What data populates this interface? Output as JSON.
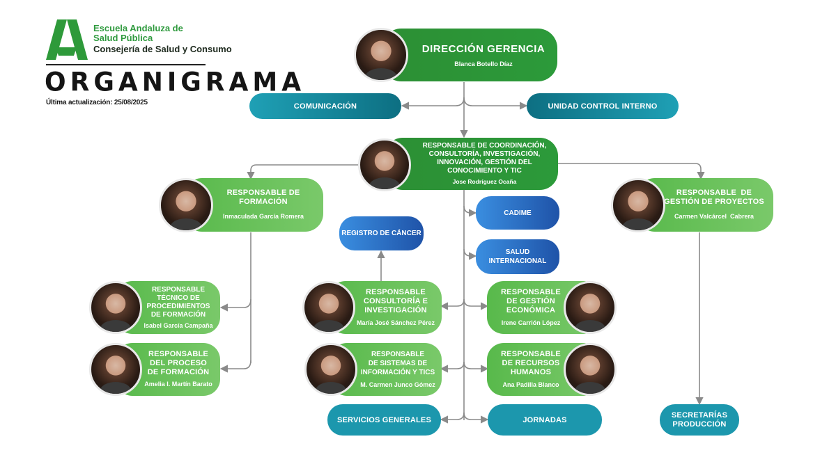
{
  "header": {
    "institution_line1": "Escuela Andaluza de",
    "institution_line2": "Salud Pública",
    "institution_sub": "Consejería de Salud y Consumo",
    "title": "ORGANIGRAMA",
    "updated": "Última actualización: 25/08/2025"
  },
  "colors": {
    "green_dark": "#2c8f34",
    "green_light": "#6dc25d",
    "teal": "#1c97ad",
    "blue": "#2a6fc9",
    "connector": "#8a8a8a"
  },
  "nodes": {
    "direccion": {
      "title": "DIRECCIÓN GERENCIA",
      "person": "Blanca Botello Díaz"
    },
    "comunicacion": {
      "title": "COMUNICACIÓN"
    },
    "control": {
      "title": "UNIDAD CONTROL INTERNO"
    },
    "coordinacion": {
      "title_lines": [
        "RESPONSABLE DE COORDINACIÓN,",
        "CONSULTORÍA, INVESTIGACIÓN,",
        "INNOVACIÓN, GESTIÓN DEL",
        "CONOCIMIENTO Y TIC"
      ],
      "person": "Jose Rodríguez Ocaña"
    },
    "formacion": {
      "title_lines": [
        "RESPONSABLE DE",
        "FORMACIÓN"
      ],
      "person": "Inmaculada García Romera"
    },
    "proyectos": {
      "title_lines": [
        "RESPONSABLE  DE",
        "GESTIÓN DE PROYECTOS"
      ],
      "person": "Carmen Valcárcel  Cabrera"
    },
    "cadime": {
      "title": "CADIME"
    },
    "salud_int": {
      "title_lines": [
        "SALUD",
        "INTERNACIONAL"
      ]
    },
    "registro": {
      "title": "REGISTRO DE CÁNCER"
    },
    "tecnico_proc": {
      "title_lines": [
        "RESPONSABLE",
        "TÉCNICO DE",
        "PROCEDIMIENTOS",
        "DE FORMACIÓN"
      ],
      "person": "Isabel García Campaña"
    },
    "proceso_form": {
      "title_lines": [
        "RESPONSABLE",
        "DEL PROCESO",
        "DE FORMACIÓN"
      ],
      "person": "Amelia I. Martín Barato"
    },
    "consultoria": {
      "title_lines": [
        "RESPONSABLE",
        "CONSULTORÍA E",
        "INVESTIGACIÓN"
      ],
      "person": "María José Sánchez Pérez"
    },
    "sistemas": {
      "title_lines": [
        "RESPONSABLE",
        "DE SISTEMAS DE",
        "INFORMACIÓN Y TICS"
      ],
      "person": "M. Carmen Junco Gómez"
    },
    "economica": {
      "title_lines": [
        "RESPONSABLE",
        "DE GESTIÓN",
        "ECONÓMICA"
      ],
      "person": "Irene Carrión López"
    },
    "rrhh": {
      "title_lines": [
        "RESPONSABLE",
        "DE RECURSOS",
        "HUMANOS"
      ],
      "person": "Ana Padilla Blanco"
    },
    "servicios": {
      "title": "SERVICIOS GENERALES"
    },
    "jornadas": {
      "title": "JORNADAS"
    },
    "secretarias": {
      "title_lines": [
        "SECRETARÍAS",
        "PRODUCCIÓN"
      ]
    }
  }
}
